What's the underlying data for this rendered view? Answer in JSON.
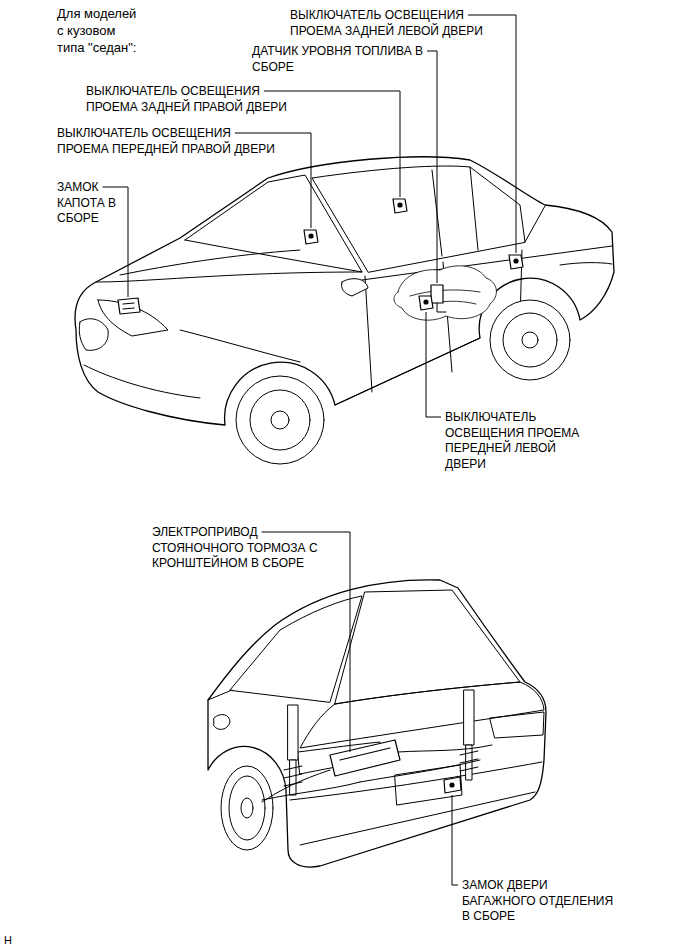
{
  "diagram": {
    "title": "Для моделей с кузовом типа \"седан\":",
    "labels": [
      "ВЫКЛЮЧАТЕЛЬ ОСВЕЩЕНИЯ ПРОЕМА ЗАДНЕЙ ЛЕВОЙ ДВЕРИ",
      "ДАТЧИК УРОВНЯ ТОПЛИВА В СБОРЕ",
      "ВЫКЛЮЧАТЕЛЬ ОСВЕЩЕНИЯ ПРОЕМА ЗАДНЕЙ ПРАВОЙ ДВЕРИ",
      "ВЫКЛЮЧАТЕЛЬ ОСВЕЩЕНИЯ ПРОЕМА ПЕРЕДНЕЙ ПРАВОЙ ДВЕРИ",
      "ЗАМОК КАПОТА В СБОРЕ",
      "ВЫКЛЮЧАТЕЛЬ ОСВЕЩЕНИЯ ПРОЕМА ПЕРЕДНЕЙ ЛЕВОЙ ДВЕРИ",
      "ЭЛЕКТРОПРИВОД СТОЯНОЧНОГО ТОРМОЗА С КРОНШТЕЙНОМ В СБОРЕ",
      "ЗАМОК ДВЕРИ БАГАЖНОГО ОТДЕЛЕНИЯ В СБОРЕ",
      "H"
    ]
  }
}
